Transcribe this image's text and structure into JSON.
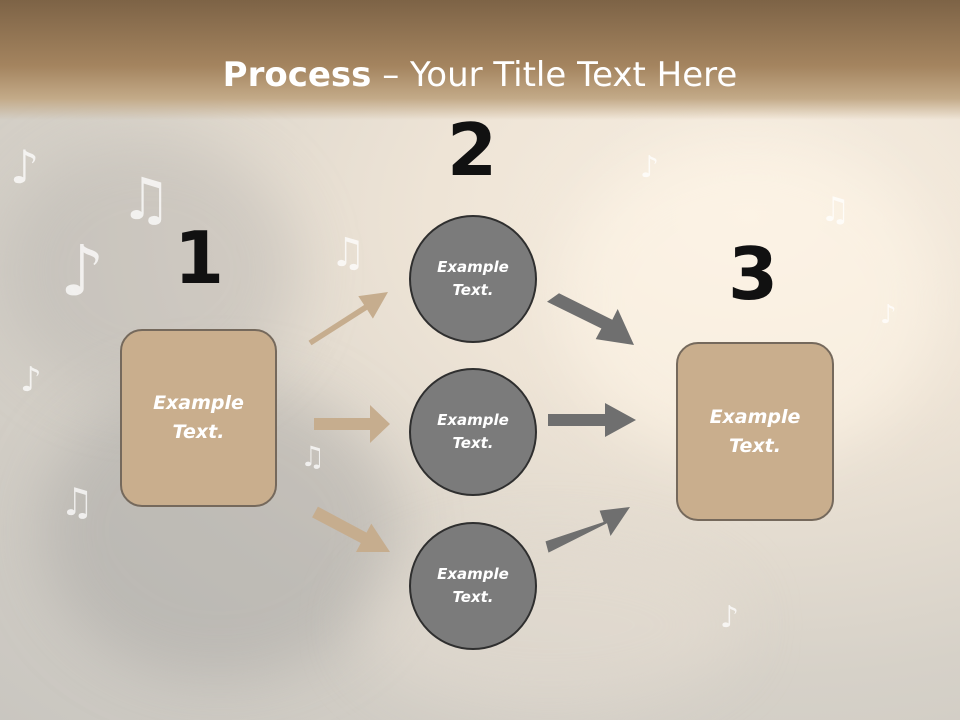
{
  "title": {
    "strong": "Process",
    "separator": " – ",
    "rest": "Your Title Text Here"
  },
  "steps": {
    "one": "1",
    "two": "2",
    "three": "3"
  },
  "left_box": {
    "text": "Example Text."
  },
  "right_box": {
    "text": "Example Text."
  },
  "circles": [
    {
      "text": "Example Text."
    },
    {
      "text": "Example Text."
    },
    {
      "text": "Example Text."
    }
  ],
  "colors": {
    "box_fill": "#c9ae8d",
    "circle_fill": "#7b7b7b",
    "arrow_tan": "#c6ad8e",
    "arrow_gray": "#6f6f6f",
    "header": "#a4845f"
  },
  "decoration": {
    "background": "music-notes-clouds"
  }
}
